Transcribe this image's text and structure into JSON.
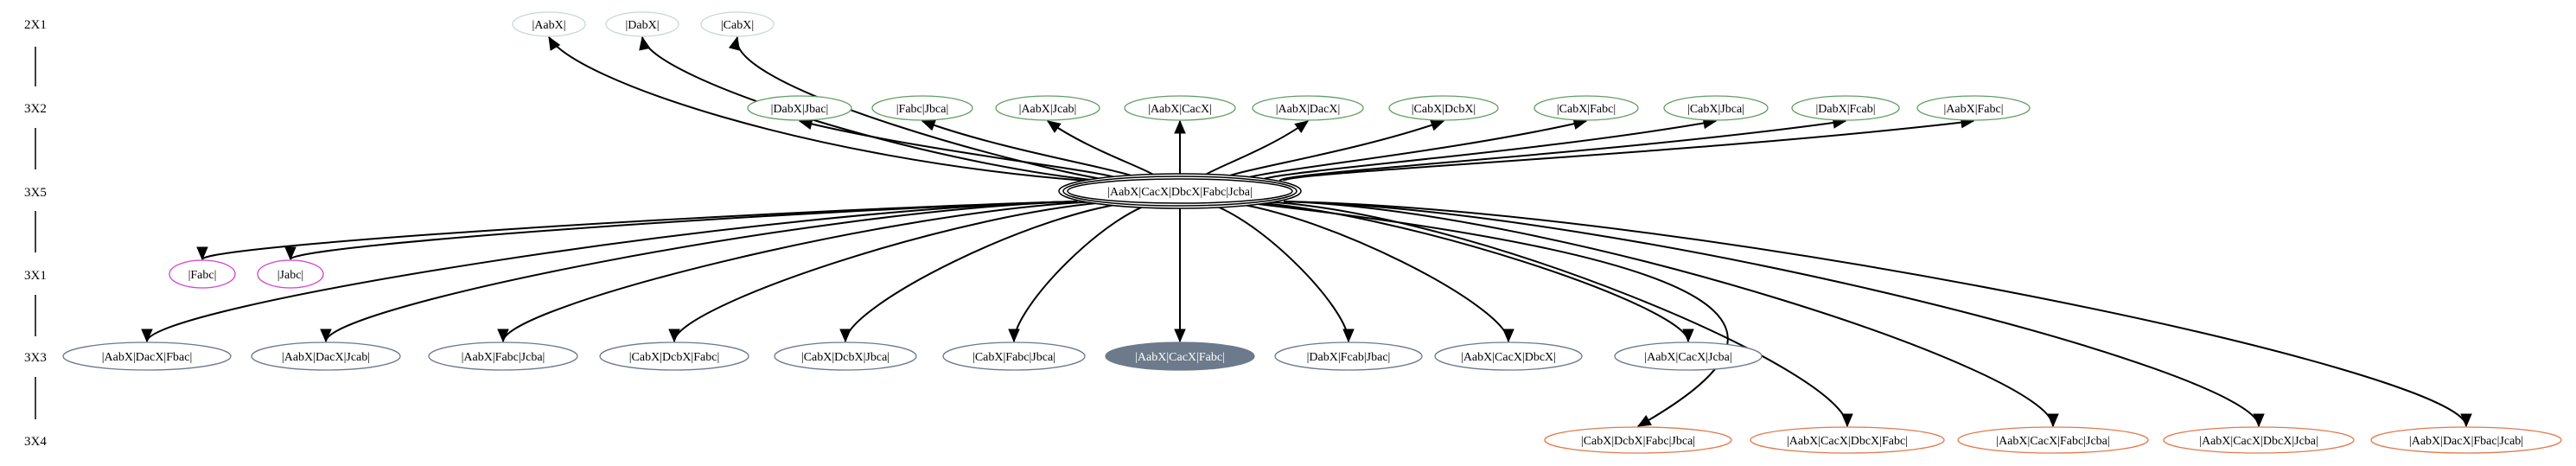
{
  "graph": {
    "colors": {
      "rank_2X1": "#c8d8d8",
      "rank_3X2": "#5fa05f",
      "rank_3X1": "#d040d0",
      "rank_3X3": "#6a7890",
      "rank_3X4": "#e07a4a",
      "center": "#000000",
      "highlight_fill": "#6c7a8c"
    },
    "ranks": [
      {
        "id": "r1",
        "label": "2X1"
      },
      {
        "id": "r2",
        "label": "3X2"
      },
      {
        "id": "r3",
        "label": "3X5"
      },
      {
        "id": "r4",
        "label": "3X1"
      },
      {
        "id": "r5",
        "label": "3X3"
      },
      {
        "id": "r6",
        "label": "3X4"
      }
    ],
    "center": {
      "id": "c",
      "label": "|AabX|CacX|DbcX|Fabc|Jcba|"
    },
    "nodes": [
      {
        "id": "a1",
        "label": "|AabX|",
        "rank": "2X1"
      },
      {
        "id": "a2",
        "label": "|DabX|",
        "rank": "2X1"
      },
      {
        "id": "a3",
        "label": "|CabX|",
        "rank": "2X1"
      },
      {
        "id": "b1",
        "label": "|DabX|Jbac|",
        "rank": "3X2"
      },
      {
        "id": "b2",
        "label": "|Fabc|Jbca|",
        "rank": "3X2"
      },
      {
        "id": "b3",
        "label": "|AabX|Jcab|",
        "rank": "3X2"
      },
      {
        "id": "b4",
        "label": "|AabX|CacX|",
        "rank": "3X2"
      },
      {
        "id": "b5",
        "label": "|AabX|DacX|",
        "rank": "3X2"
      },
      {
        "id": "b6",
        "label": "|CabX|DcbX|",
        "rank": "3X2"
      },
      {
        "id": "b7",
        "label": "|CabX|Fabc|",
        "rank": "3X2"
      },
      {
        "id": "b8",
        "label": "|CabX|Jbca|",
        "rank": "3X2"
      },
      {
        "id": "b9",
        "label": "|DabX|Fcab|",
        "rank": "3X2"
      },
      {
        "id": "b10",
        "label": "|AabX|Fabc|",
        "rank": "3X2"
      },
      {
        "id": "d1",
        "label": "|Fabc|",
        "rank": "3X1"
      },
      {
        "id": "d2",
        "label": "|Jabc|",
        "rank": "3X1"
      },
      {
        "id": "e1",
        "label": "|AabX|DacX|Fbac|",
        "rank": "3X3"
      },
      {
        "id": "e2",
        "label": "|AabX|DacX|Jcab|",
        "rank": "3X3"
      },
      {
        "id": "e3",
        "label": "|AabX|Fabc|Jcba|",
        "rank": "3X3"
      },
      {
        "id": "e4",
        "label": "|CabX|DcbX|Fabc|",
        "rank": "3X3"
      },
      {
        "id": "e5",
        "label": "|CabX|DcbX|Jbca|",
        "rank": "3X3"
      },
      {
        "id": "e6",
        "label": "|CabX|Fabc|Jbca|",
        "rank": "3X3"
      },
      {
        "id": "e7",
        "label": "|AabX|CacX|Fabc|",
        "rank": "3X3",
        "highlight": true
      },
      {
        "id": "e8",
        "label": "|DabX|Fcab|Jbac|",
        "rank": "3X3"
      },
      {
        "id": "e9",
        "label": "|AabX|CacX|DbcX|",
        "rank": "3X3"
      },
      {
        "id": "e10",
        "label": "|AabX|CacX|Jcba|",
        "rank": "3X3"
      },
      {
        "id": "f1",
        "label": "|CabX|DcbX|Fabc|Jbca|",
        "rank": "3X4"
      },
      {
        "id": "f2",
        "label": "|AabX|CacX|DbcX|Fabc|",
        "rank": "3X4"
      },
      {
        "id": "f3",
        "label": "|AabX|CacX|Fabc|Jcba|",
        "rank": "3X4"
      },
      {
        "id": "f4",
        "label": "|AabX|CacX|DbcX|Jcba|",
        "rank": "3X4"
      },
      {
        "id": "f5",
        "label": "|AabX|DacX|Fbac|Jcab|",
        "rank": "3X4"
      }
    ]
  }
}
